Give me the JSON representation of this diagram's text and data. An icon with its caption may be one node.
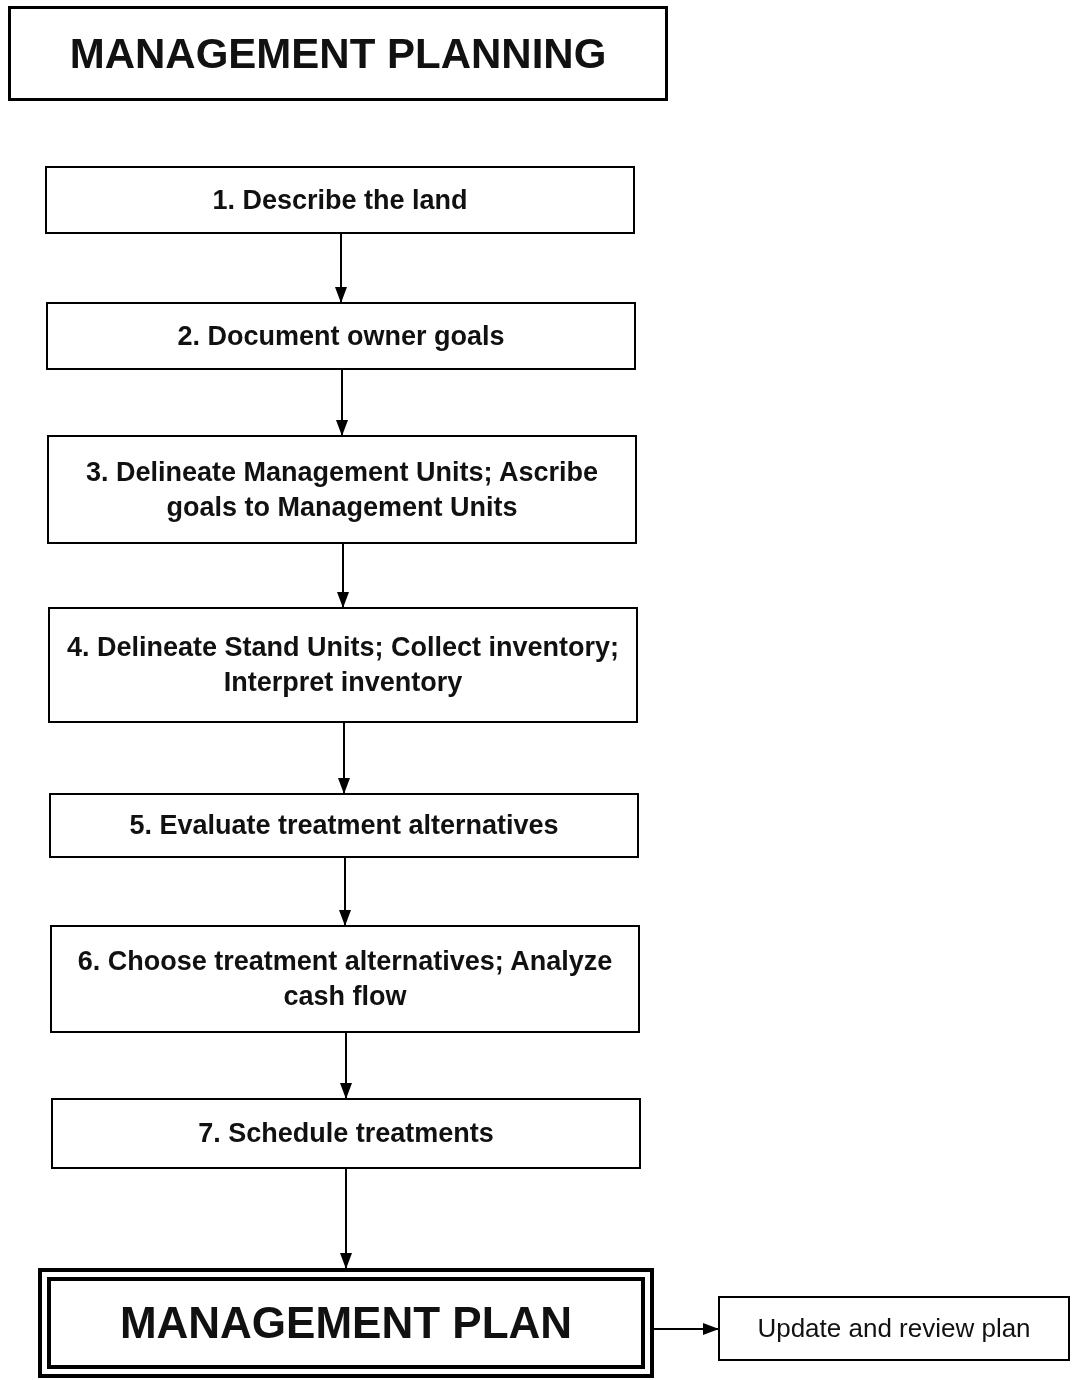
{
  "diagram": {
    "title": "MANAGEMENT PLANNING",
    "nodes": [
      {
        "text": [
          "1. Describe the land"
        ]
      },
      {
        "text": [
          "2. Document owner goals"
        ]
      },
      {
        "text": [
          "3. Delineate Management Units; Ascribe goals to Management Units"
        ]
      },
      {
        "text": [
          "4. Delineate Stand Units; Collect inventory; Interpret inventory"
        ]
      },
      {
        "text": [
          "5. Evaluate treatment alternatives"
        ]
      },
      {
        "text": [
          "6. Choose treatment alternatives; Analyze cash flow"
        ]
      },
      {
        "text": [
          "7. Schedule treatments"
        ]
      },
      {
        "text": [
          "MANAGEMENT PLAN"
        ]
      },
      {
        "text": [
          "Update and review plan"
        ]
      }
    ],
    "edges": [
      {
        "from": 0,
        "to": 1,
        "arrow": "to"
      },
      {
        "from": 1,
        "to": 2,
        "arrow": "to"
      },
      {
        "from": 2,
        "to": 3,
        "arrow": "to"
      },
      {
        "from": 3,
        "to": 4,
        "arrow": "to"
      },
      {
        "from": 4,
        "to": 5,
        "arrow": "to"
      },
      {
        "from": 5,
        "to": 6,
        "arrow": "to"
      },
      {
        "from": 6,
        "to": 7,
        "arrow": "to"
      },
      {
        "from": 7,
        "to": 8,
        "arrow": "to"
      }
    ]
  }
}
